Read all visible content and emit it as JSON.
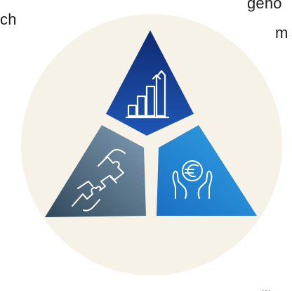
{
  "text_fragments": {
    "left_top": "ch",
    "right_top_1": "geno",
    "right_top_2": "m",
    "bottom_right": "..."
  },
  "segments": [
    {
      "id": "top",
      "icon": "growth-chart-icon"
    },
    {
      "id": "bottom-left",
      "icon": "puzzle-hands-icon"
    },
    {
      "id": "bottom-right",
      "icon": "euro-coin-hands-icon"
    }
  ],
  "colors": {
    "background_circle": "#f6f2e7",
    "top_triangle_dark": "#0f2a73",
    "top_triangle_light": "#1e57b5",
    "left_triangle_dark": "#31485b",
    "left_triangle_light": "#7f9cb3",
    "right_triangle_dark": "#1b6fc4",
    "right_triangle_light": "#31a3e3",
    "icon_stroke": "#ffffff"
  }
}
